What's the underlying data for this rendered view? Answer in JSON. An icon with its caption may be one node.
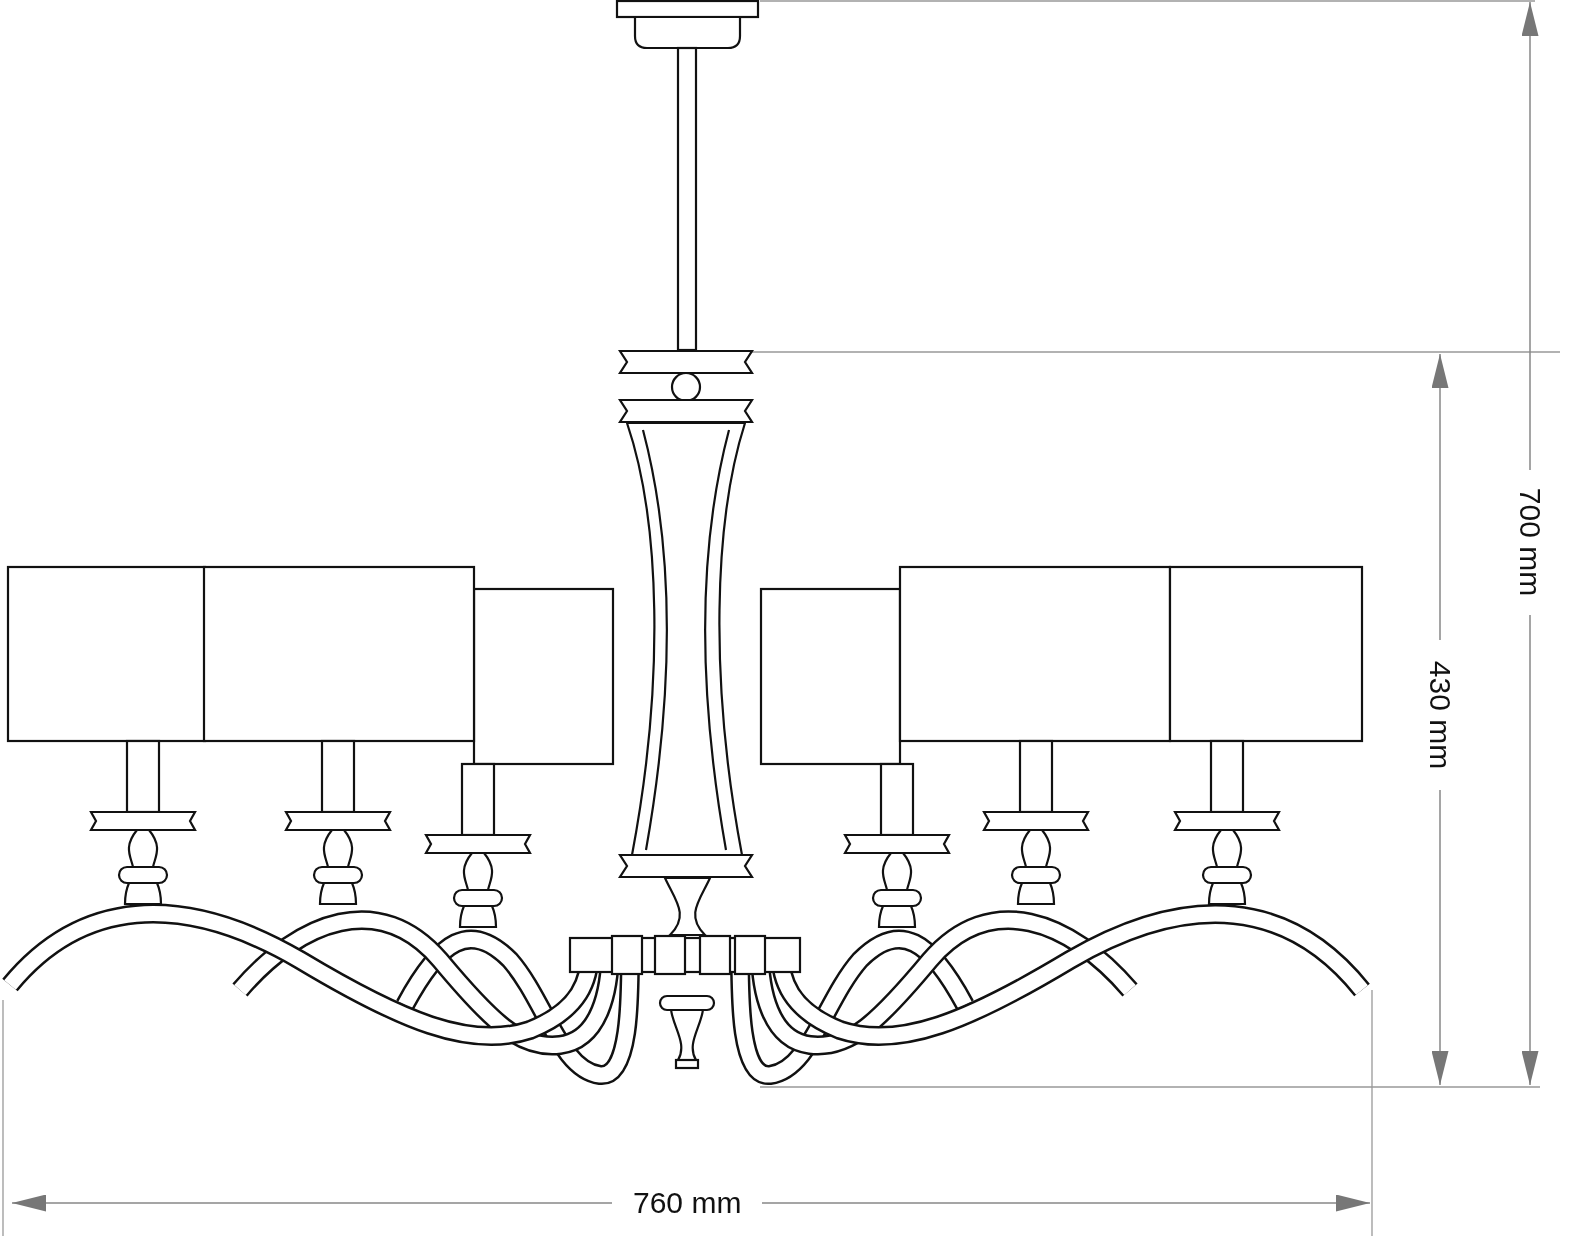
{
  "diagram": {
    "labels": [
      "700 mm",
      "430 mm",
      "760 mm"
    ]
  }
}
